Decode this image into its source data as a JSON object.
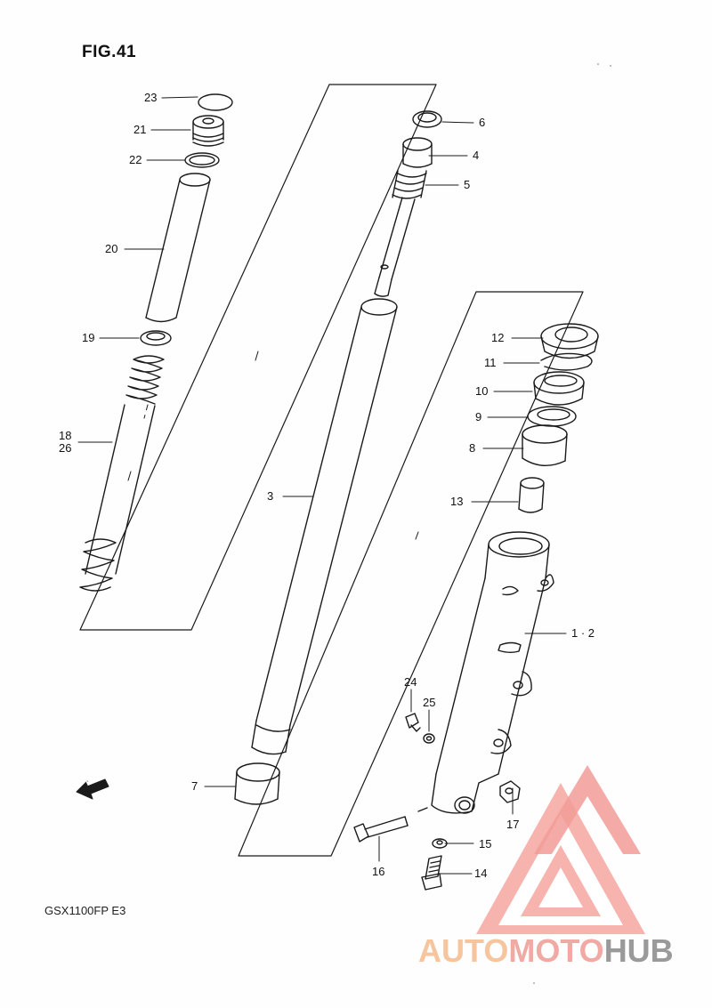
{
  "figure": {
    "title": "FIG.41",
    "model": "GSX1100FP E3"
  },
  "callouts": {
    "p23": "23",
    "p21": "21",
    "p22": "22",
    "p20": "20",
    "p19": "19",
    "p18": "18",
    "p26": "26",
    "p3": "3",
    "p7": "7",
    "p6": "6",
    "p4": "4",
    "p5": "5",
    "p12": "12",
    "p11": "11",
    "p10": "10",
    "p9": "9",
    "p8": "8",
    "p13": "13",
    "p12b": "1 · 2",
    "p24": "24",
    "p25": "25",
    "p17": "17",
    "p16": "16",
    "p15": "15",
    "p14": "14"
  },
  "fwd_label": "FWD",
  "watermark": {
    "part1": "AUTO",
    "part2": "MOTO",
    "part3": "HUB"
  },
  "colors": {
    "line": "#1a1a1a",
    "logo_red": "#f29b96",
    "logo_orange": "#f6c59d",
    "logo_gray": "#9a9a9a"
  }
}
